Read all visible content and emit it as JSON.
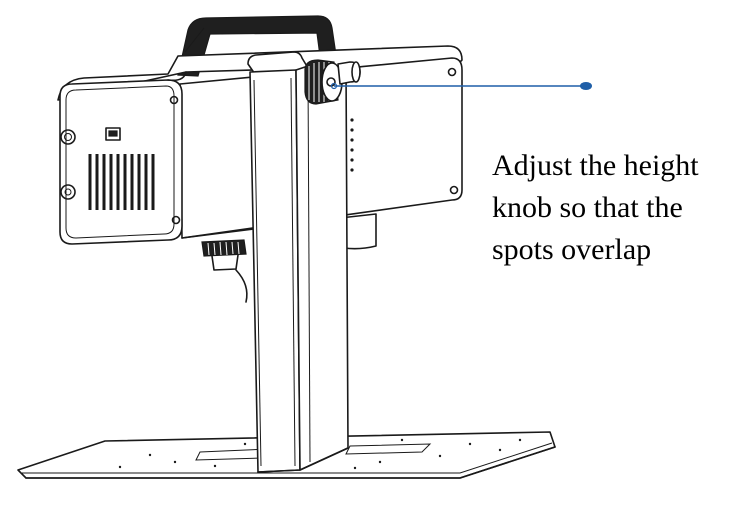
{
  "callout": {
    "lines": [
      "Adjust the height",
      "knob so that the",
      "spots overlap"
    ],
    "line_color": "#1f5fa8"
  },
  "illustration": {
    "subject": "laser engraver head on vertical column with base plate",
    "line_color": "#1a1a1a"
  }
}
